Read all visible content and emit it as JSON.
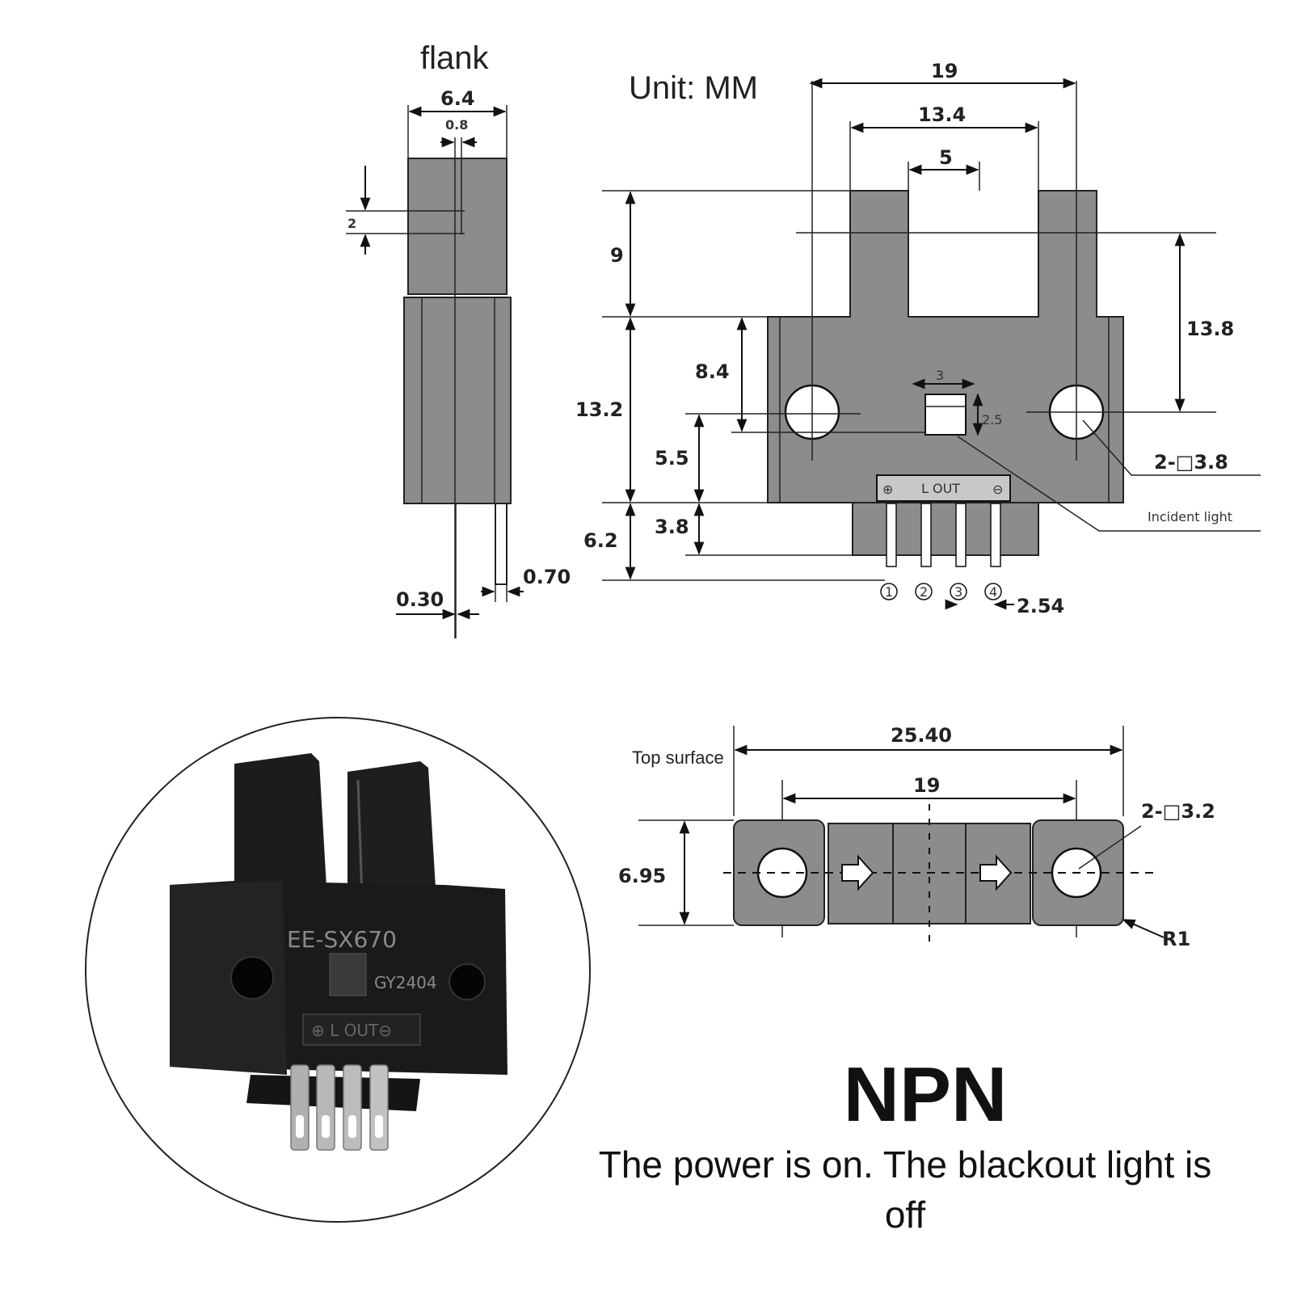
{
  "side_view": {
    "title": "flank",
    "dim_width": "6.4",
    "dim_slit": "0.8",
    "dim_2": "2",
    "dim_pin_gap": "0.70",
    "dim_pin_thick": "0.30"
  },
  "front_view": {
    "unit": "Unit: MM",
    "dim_19": "19",
    "dim_13_4": "13.4",
    "dim_5": "5",
    "dim_9": "9",
    "dim_13_2": "13.2",
    "dim_6_2": "6.2",
    "dim_8_4": "8.4",
    "dim_5_5": "5.5",
    "dim_3_8": "3.8",
    "dim_3": "3",
    "dim_2_5": "2.5",
    "dim_13_8": "13.8",
    "dim_hole": "2-□3.8",
    "incident_light": "Incident light",
    "terminal_label": "L   OUT",
    "pins": [
      "1",
      "2",
      "3",
      "4"
    ],
    "pitch": "2.54"
  },
  "top_view": {
    "label": "Top surface",
    "dim_25_40": "25.40",
    "dim_19": "19",
    "dim_6_95": "6.95",
    "dim_hole": "2-□3.2",
    "dim_r1": "R1"
  },
  "photo": {
    "model": "EE-SX670",
    "code": "GY2404",
    "terminal": "⊕ L OUT⊖"
  },
  "caption": {
    "title": "NPN",
    "description": "The power is on. The blackout light is off"
  }
}
